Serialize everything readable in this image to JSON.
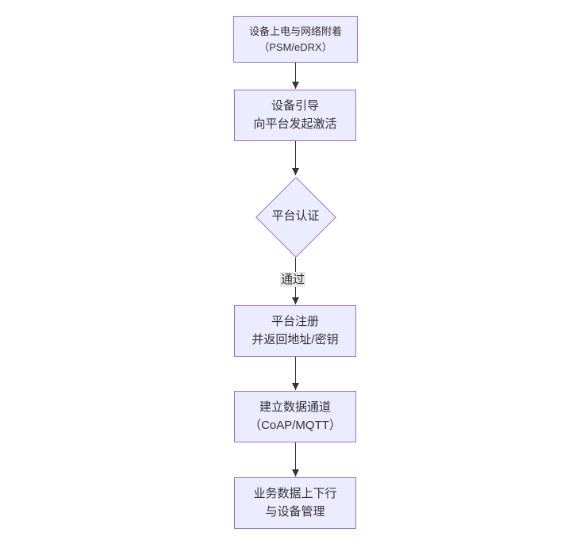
{
  "diagram": {
    "type": "flowchart",
    "direction": "top-down",
    "colors": {
      "background": "#FFFFFF",
      "node_fill": "#ECECFF",
      "node_border": "#9370DB",
      "text_color": "#333333",
      "arrow_color": "#333333",
      "edge_label_bg": "#E8E8E8"
    },
    "nodes": [
      {
        "id": "power-attach",
        "shape": "rect",
        "lines": [
          "设备上电与网络附着",
          "（PSM/eDRX）"
        ]
      },
      {
        "id": "bootstrap",
        "shape": "rect",
        "lines": [
          "设备引导",
          "向平台发起激活"
        ]
      },
      {
        "id": "platform-auth",
        "shape": "diamond",
        "lines": [
          "平台认证"
        ]
      },
      {
        "id": "platform-register",
        "shape": "rect",
        "lines": [
          "平台注册",
          "并返回地址/密钥"
        ]
      },
      {
        "id": "data-channel",
        "shape": "rect",
        "lines": [
          "建立数据通道",
          "（CoAP/MQTT）"
        ]
      },
      {
        "id": "business-data",
        "shape": "rect",
        "lines": [
          "业务数据上下行",
          "与设备管理"
        ]
      }
    ],
    "edges": [
      {
        "from": "power-attach",
        "to": "bootstrap",
        "label": ""
      },
      {
        "from": "bootstrap",
        "to": "platform-auth",
        "label": ""
      },
      {
        "from": "platform-auth",
        "to": "platform-register",
        "label": "通过"
      },
      {
        "from": "platform-register",
        "to": "data-channel",
        "label": ""
      },
      {
        "from": "data-channel",
        "to": "business-data",
        "label": ""
      }
    ]
  }
}
